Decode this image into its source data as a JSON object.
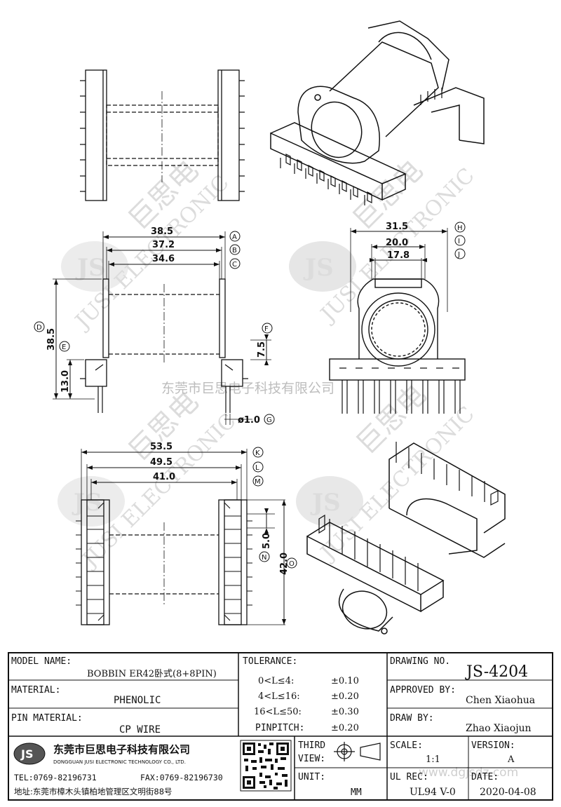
{
  "drawing": {
    "top_view": {
      "dims": [
        {
          "tag": "A",
          "value": "38.5"
        },
        {
          "tag": "B",
          "value": "37.2"
        },
        {
          "tag": "C",
          "value": "34.6"
        },
        {
          "tag": "D",
          "value": "38.5"
        },
        {
          "tag": "E",
          "value": "13.0"
        },
        {
          "tag": "F",
          "value": "7.5"
        },
        {
          "tag": "G",
          "value": "ø1.0"
        }
      ]
    },
    "end_view": {
      "dims": [
        {
          "tag": "H",
          "value": "31.5"
        },
        {
          "tag": "I",
          "value": "20.0"
        },
        {
          "tag": "J",
          "value": "17.8"
        }
      ]
    },
    "bottom_view": {
      "dims": [
        {
          "tag": "K",
          "value": "53.5"
        },
        {
          "tag": "L",
          "value": "49.5"
        },
        {
          "tag": "M",
          "value": "41.0"
        },
        {
          "tag": "N",
          "value": "5.0"
        },
        {
          "tag": "O",
          "value": "42.0"
        }
      ]
    }
  },
  "watermark": {
    "company_cn": "东莞市巨思电子科技有限公司",
    "logo": "JS",
    "text_en": "JUSI ELECTRONIC",
    "text_cn": "巨思电",
    "url": "www.dgjsdz.com"
  },
  "title_block": {
    "model_name_label": "MODEL NAME:",
    "model_name_value": "BOBBIN ER42卧式(8+8PIN)",
    "material_label": "MATERIAL:",
    "material_value": "PHENOLIC",
    "pin_material_label": "PIN MATERIAL:",
    "pin_material_value": "CP WIRE",
    "tolerance_label": "TOLERANCE:",
    "tolerances": [
      {
        "range": "0<L≤4:",
        "value": "±0.10"
      },
      {
        "range": "4<L≤16:",
        "value": "±0.20"
      },
      {
        "range": "16<L≤50:",
        "value": "±0.30"
      },
      {
        "range": "PINPITCH:",
        "value": "±0.20"
      }
    ],
    "drawing_no_label": "DRAWING NO.",
    "drawing_no_value": "JS-4204",
    "approved_by_label": "APPROVED BY:",
    "approved_by_value": "Chen Xiaohua",
    "draw_by_label": "DRAW BY:",
    "draw_by_value": "Zhao Xiaojun",
    "third_view_label_1": "THIRD",
    "third_view_label_2": "VIEW:",
    "unit_label": "UNIT:",
    "unit_value": "MM",
    "scale_label": "SCALE:",
    "scale_value": "1:1",
    "version_label": "VERSION:",
    "version_value": "A",
    "ul_rec_label": "UL REC:",
    "ul_rec_value": "UL94 V-0",
    "date_label": "DATE:",
    "date_value": "2020-04-08",
    "company_cn": "东莞市巨思电子科技有限公司",
    "company_en": "DONGGUAN JUSI ELECTRONIC TECHNOLOGY CO., LTD.",
    "logo_text": "JS",
    "tel": "TEL:0769-82196731",
    "fax": "FAX:0769-82196730",
    "address": "地址:东莞市樟木头镇柏地管理区文明街88号"
  }
}
